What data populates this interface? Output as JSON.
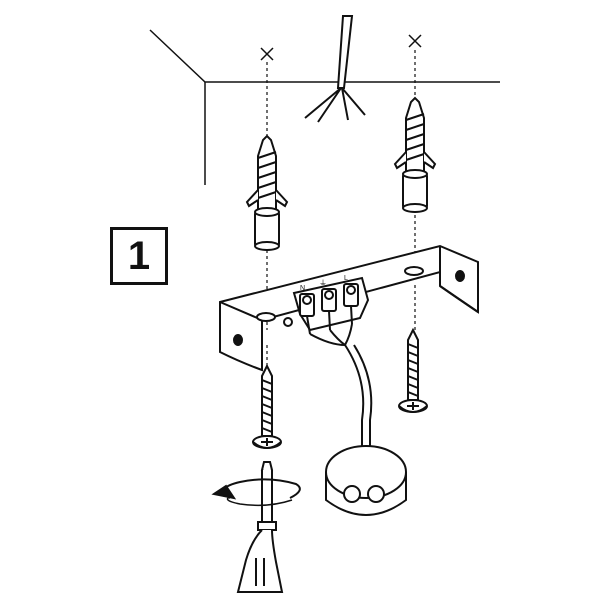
{
  "step": {
    "number": "1"
  },
  "terminal_labels": [
    "N",
    "⏚",
    "L"
  ],
  "icons": {
    "wall_plug": "wall-plug-icon",
    "screw": "wood-screw-icon",
    "screwdriver": "screwdriver-icon",
    "rotation": "clockwise-rotation-arrow-icon",
    "bracket": "mounting-bracket-icon",
    "terminal_block": "terminal-block-icon",
    "ceiling_box": "ceiling-junction-box-icon",
    "drill_mark": "drill-point-x-icon"
  },
  "colors": {
    "line": "#111111",
    "background": "#ffffff"
  }
}
